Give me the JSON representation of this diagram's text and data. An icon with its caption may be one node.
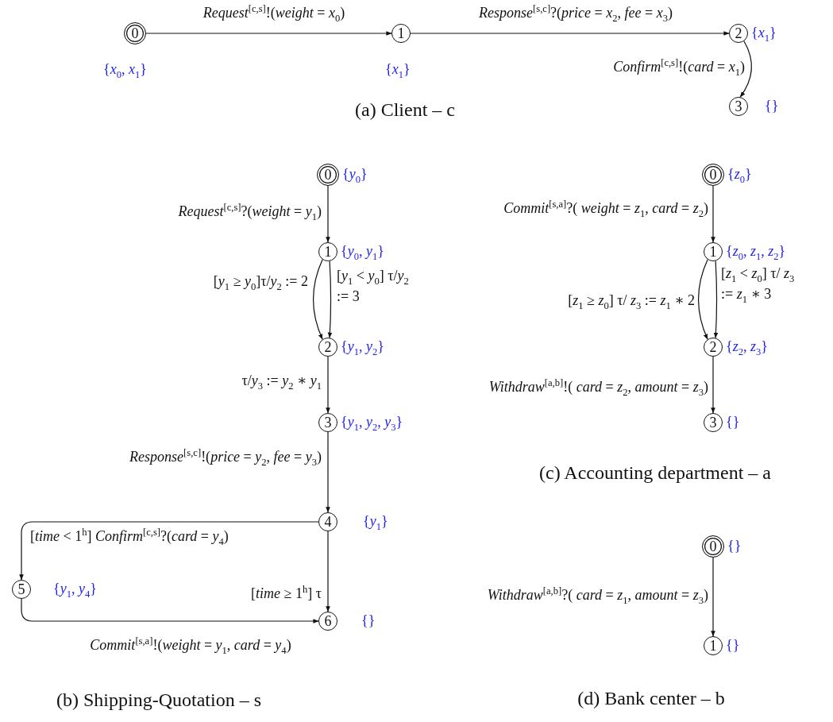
{
  "diagram": {
    "nodes": [
      {
        "text": [
          "0"
        ],
        "beside": [
          "{*x*$_{0}$, *x*$_{1}$}"
        ]
      },
      {
        "text": [
          "1"
        ],
        "beside": [
          "{*x*$_{1}$}"
        ]
      },
      {
        "text": [
          "2"
        ],
        "beside": [
          "{*x*$_{1}$}"
        ]
      },
      {
        "text": [
          "3"
        ],
        "beside": [
          "{}"
        ]
      },
      {
        "text": [
          "0"
        ],
        "beside": [
          "{*y*$_{0}$}"
        ]
      },
      {
        "text": [
          "1"
        ],
        "beside": [
          "{*y*$_{0}$, *y*$_{1}$}"
        ]
      },
      {
        "text": [
          "2"
        ],
        "beside": [
          "{*y*$_{1}$, *y*$_{2}$}"
        ]
      },
      {
        "text": [
          "3"
        ],
        "beside": [
          "{*y*$_{1}$, *y*$_{2}$, *y*$_{3}$}"
        ]
      },
      {
        "text": [
          "4"
        ],
        "beside": [
          "{*y*$_{1}$}"
        ]
      },
      {
        "text": [
          "5"
        ],
        "beside": [
          "{*y*$_{1}$, *y*$_{4}$}"
        ]
      },
      {
        "text": [
          "6"
        ],
        "beside": [
          "{}"
        ]
      },
      {
        "text": [
          "0"
        ],
        "beside": [
          "{*z*$_{0}$}"
        ]
      },
      {
        "text": [
          "1"
        ],
        "beside": [
          "{*z*$_{0}$, *z*$_{1}$, *z*$_{2}$}"
        ]
      },
      {
        "text": [
          "2"
        ],
        "beside": [
          "{*z*$_{2}$, *z*$_{3}$}"
        ]
      },
      {
        "text": [
          "3"
        ],
        "beside": [
          "{}"
        ]
      },
      {
        "text": [
          "0"
        ],
        "beside": [
          "{}"
        ]
      },
      {
        "text": [
          "1"
        ],
        "beside": [
          "{}"
        ]
      }
    ],
    "edges": [
      {
        "from": 0,
        "to": 1,
        "arrow": "to",
        "label": "*Request*$^{[c,s]}$!(*weight* = *x*$_{0}$)"
      },
      {
        "from": 1,
        "to": 2,
        "arrow": "to",
        "label": "*Response*$^{[s,c]}$?(*price* = *x*$_{2}$, *fee* = *x*$_{3}$)"
      },
      {
        "from": 2,
        "to": 3,
        "arrow": "to",
        "label": "*Confirm*$^{[c,s]}$!(*card* = *x*$_{1}$)"
      },
      {
        "from": 4,
        "to": 5,
        "arrow": "to",
        "label": "*Request*$^{[c,s]}$?(*weight* = *y*$_{1}$)"
      },
      {
        "from": 5,
        "to": 6,
        "arrow": "to",
        "label": "[*y*$_{1}$ ≥ *y*$_{0}$]τ/*y*$_{2}$ := 2"
      },
      {
        "from": 5,
        "to": 6,
        "arrow": "to",
        "label": "[*y*$_{1}$ < *y*$_{0}$] τ/*y*$_{2}$ := 3"
      },
      {
        "from": 6,
        "to": 7,
        "arrow": "to",
        "label": "τ/*y*$_{3}$ := *y*$_{2}$ ∗ *y*$_{1}$"
      },
      {
        "from": 7,
        "to": 8,
        "arrow": "to",
        "label": "*Response*$^{[s,c]}$!(*price* = *y*$_{2}$, *fee* = *y*$_{3}$)"
      },
      {
        "from": 8,
        "to": 9,
        "arrow": "to",
        "label": "[*time* < 1$^{h}$] *Confirm*$^{[c,s]}$?(*card* = *y*$_{4}$)"
      },
      {
        "from": 9,
        "to": 10,
        "arrow": "to",
        "label": "*Commit*$^{[s,a]}$!(*weight* = *y*$_{1}$, *card* = *y*$_{4}$)"
      },
      {
        "from": 8,
        "to": 10,
        "arrow": "to",
        "label": "[*time* ≥ 1$^{h}$] τ"
      },
      {
        "from": 11,
        "to": 12,
        "arrow": "to",
        "label": "*Commit*$^{[s,a]}$?( *weight* = *z*$_{1}$, *card* = *z*$_{2}$)"
      },
      {
        "from": 12,
        "to": 13,
        "arrow": "to",
        "label": "[*z*$_{1}$ ≥ *z*$_{0}$] τ/ *z*$_{3}$ := *z*$_{1}$ ∗ 2"
      },
      {
        "from": 12,
        "to": 13,
        "arrow": "to",
        "label": "[*z*$_{1}$ < *z*$_{0}$] τ/ *z*$_{3}$ := *z*$_{1}$ ∗ 3"
      },
      {
        "from": 13,
        "to": 14,
        "arrow": "to",
        "label": "*Withdraw*$^{[a,b]}$!( *card* = *z*$_{2}$, *amount* = *z*$_{3}$)"
      },
      {
        "from": 15,
        "to": 16,
        "arrow": "to",
        "label": "*Withdraw*$^{[a,b]}$?( *card* = *z*$_{1}$, *amount* = *z*$_{3}$)"
      }
    ],
    "labels": [
      "(a) Client – c",
      "(b) Shipping-Quotation – s",
      "(c) Accounting department – a",
      "(d) Bank center – b"
    ]
  }
}
